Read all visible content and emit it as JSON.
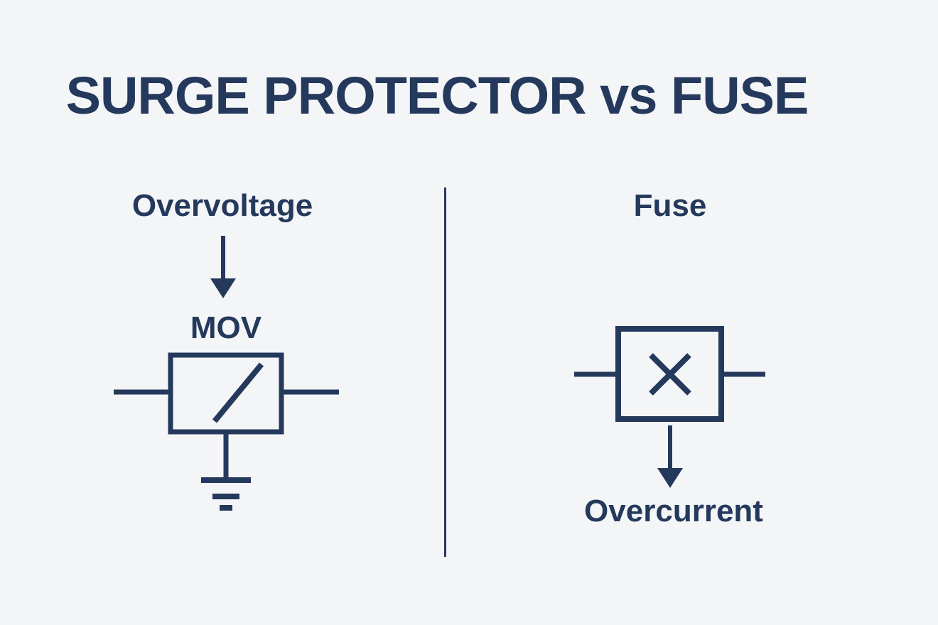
{
  "title": "SURGE PROTECTOR vs FUSE",
  "colors": {
    "ink": "#24395c",
    "background": "#f4f5f7"
  },
  "left_panel": {
    "cause_label": "Overvoltage",
    "arrow_icon": "down-arrow-icon",
    "component_label": "MOV",
    "symbol_icon": "varistor-ground-symbol",
    "symbol_description": "box with diagonal line, two leads, earth ground below"
  },
  "right_panel": {
    "component_label": "Fuse",
    "symbol_icon": "blown-fuse-symbol",
    "symbol_description": "box with X inside, two leads",
    "arrow_icon": "down-arrow-icon",
    "effect_label": "Overcurrent"
  },
  "divider": {
    "orientation": "vertical"
  }
}
